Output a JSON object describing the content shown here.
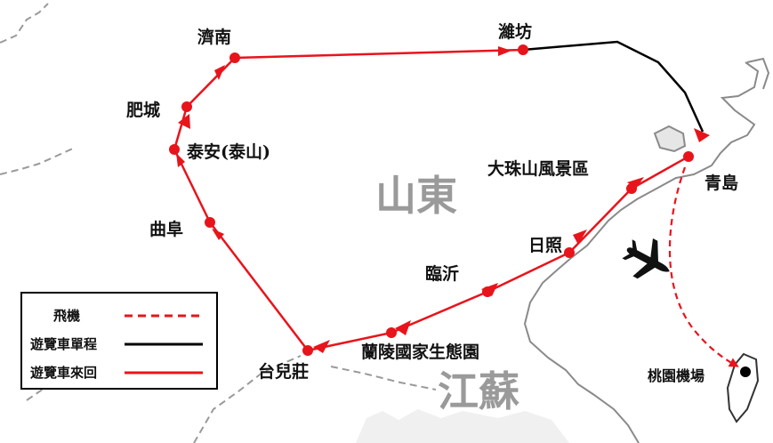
{
  "regions": {
    "shandong": "山東",
    "jiangsu": "江蘇"
  },
  "cities": {
    "jinan": "濟南",
    "weifang": "濰坊",
    "feicheng": "肥城",
    "taian": "泰安(泰山)",
    "qufu": "曲阜",
    "dazhushan": "大珠山風景區",
    "qingdao": "青島",
    "rizhao": "日照",
    "linyi": "臨沂",
    "lanling": "蘭陵國家生態園",
    "taierzhuang": "台兒莊",
    "taoyuan_airport": "桃園機場"
  },
  "legend": {
    "flight": "飛機",
    "bus_one_way": "遊覽車單程",
    "bus_round_trip": "遊覽車來回"
  },
  "colors": {
    "route_red": "#e8141b",
    "route_black": "#000000",
    "coast_gray": "#8a8a8a",
    "region_gray": "#9a9a9a"
  },
  "icons": {
    "airplane": "airplane-icon"
  }
}
